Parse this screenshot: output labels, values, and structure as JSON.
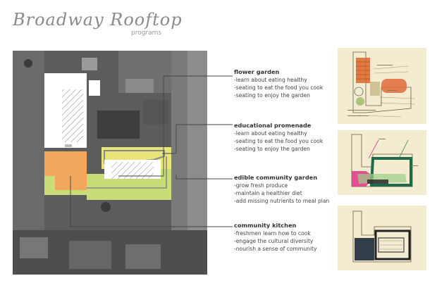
{
  "header": {
    "title": "Broadway Rooftop",
    "subtitle": "programs"
  },
  "programs": [
    {
      "name": "flower garden",
      "items": [
        "-learn about eating healthy",
        "-seating to eat the food you cook",
        "-seating to enjoy the garden"
      ]
    },
    {
      "name": "educational promenade",
      "items": [
        "-learn about eating healthy",
        "-seating to eat the food you cook",
        "-seating to enjoy the garden"
      ]
    },
    {
      "name": "edible community garden",
      "items": [
        "-grow fresh produce",
        "-maintain a healthier diet",
        "-add missing nutrients to meal plan"
      ]
    },
    {
      "name": "community kitchen",
      "items": [
        "-freshmen learn how to cook",
        "-engage the cultural diversity",
        "-nourish a sense of community"
      ]
    }
  ],
  "colors": {
    "flower_garden": "#e8e37a",
    "promenade": "#c8dd78",
    "kitchen": "#f2a85c",
    "building": "#ffffff",
    "aerial": "#5c5c5c",
    "paper": "#f4ecd0"
  }
}
